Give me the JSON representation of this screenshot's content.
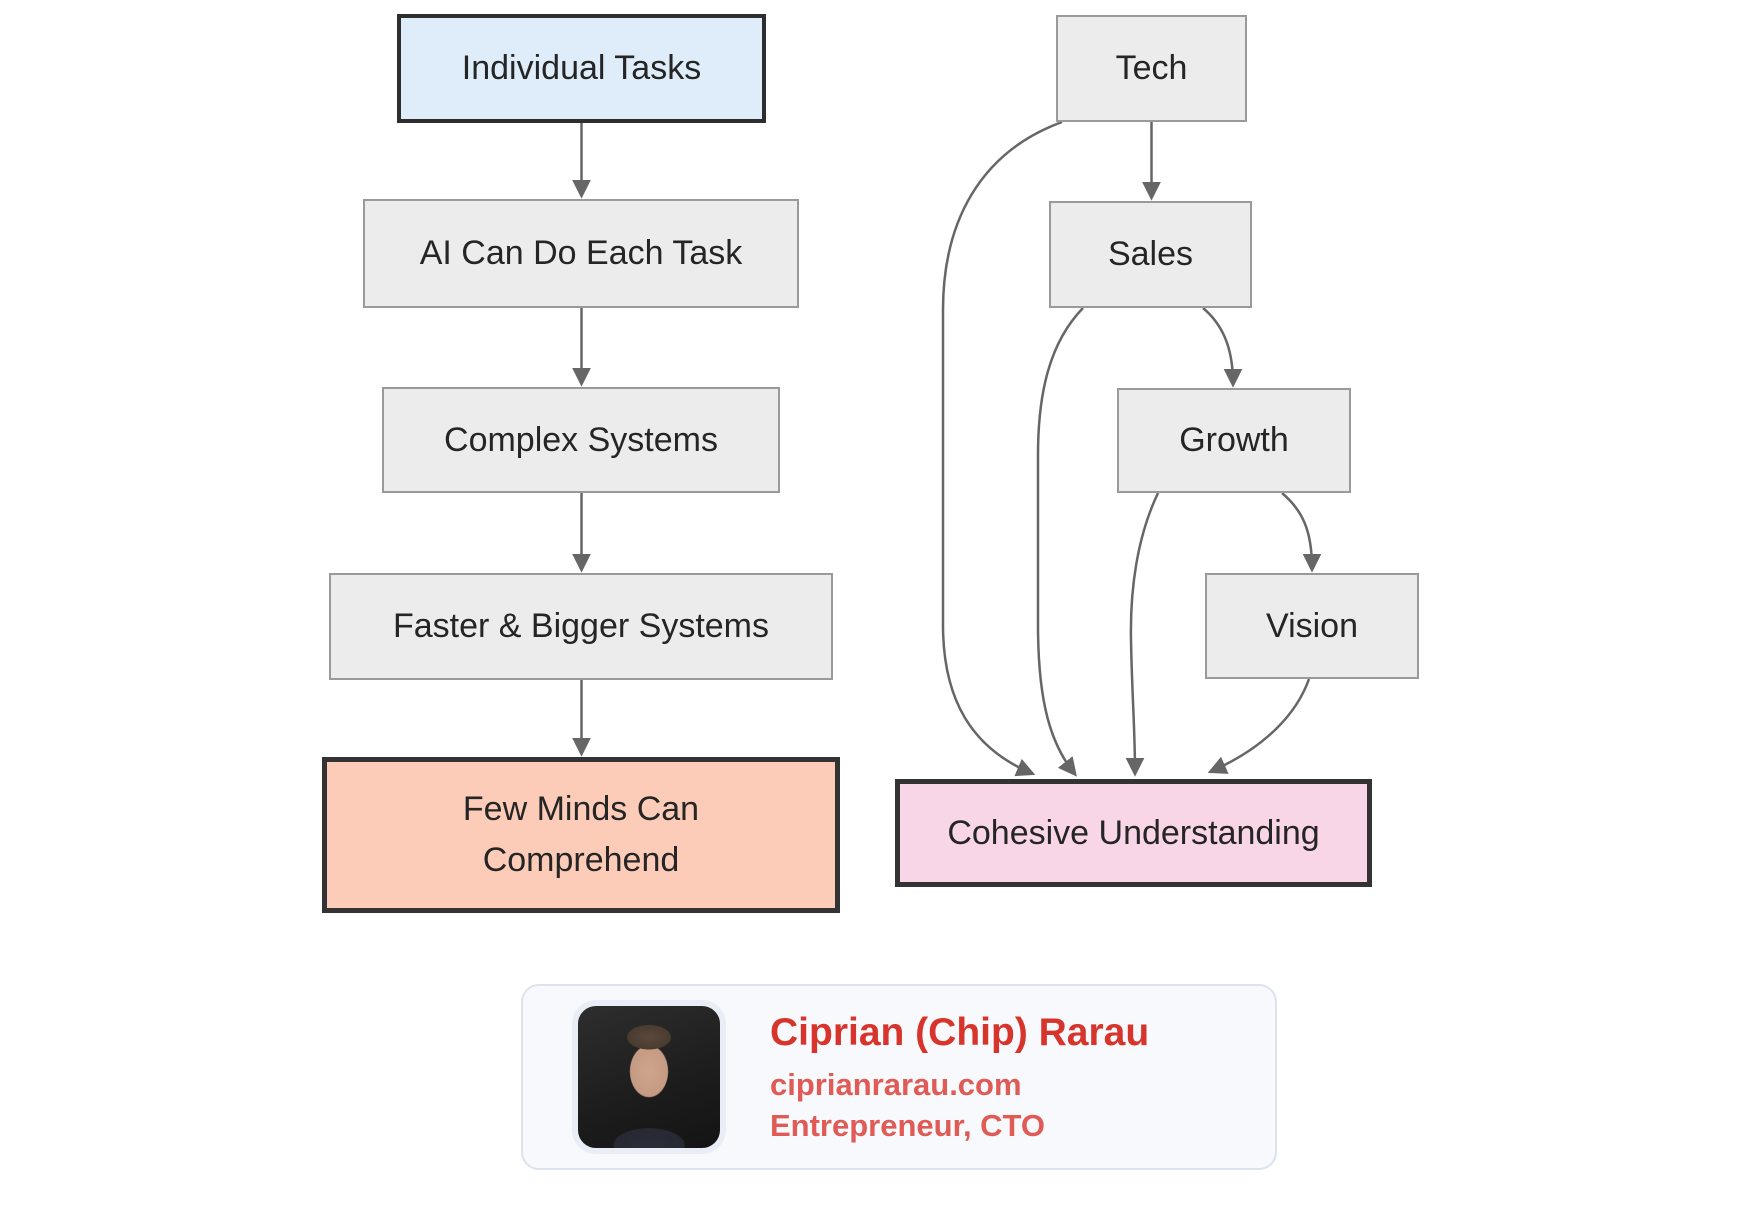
{
  "diagram": {
    "nodes": {
      "individual_tasks": "Individual Tasks",
      "ai_can_do_each_task": "AI Can Do Each Task",
      "complex_systems": "Complex Systems",
      "faster_bigger_systems": "Faster & Bigger Systems",
      "few_minds": "Few Minds Can\nComprehend",
      "tech": "Tech",
      "sales": "Sales",
      "growth": "Growth",
      "vision": "Vision",
      "cohesive_understanding": "Cohesive Understanding"
    },
    "edges": [
      {
        "from": "Individual Tasks",
        "to": "AI Can Do Each Task"
      },
      {
        "from": "AI Can Do Each Task",
        "to": "Complex Systems"
      },
      {
        "from": "Complex Systems",
        "to": "Faster & Bigger Systems"
      },
      {
        "from": "Faster & Bigger Systems",
        "to": "Few Minds Can Comprehend"
      },
      {
        "from": "Tech",
        "to": "Sales"
      },
      {
        "from": "Tech",
        "to": "Cohesive Understanding"
      },
      {
        "from": "Sales",
        "to": "Growth"
      },
      {
        "from": "Sales",
        "to": "Cohesive Understanding"
      },
      {
        "from": "Growth",
        "to": "Vision"
      },
      {
        "from": "Growth",
        "to": "Cohesive Understanding"
      },
      {
        "from": "Vision",
        "to": "Cohesive Understanding"
      }
    ],
    "colors": {
      "node_default_fill": "#ececec",
      "node_default_border": "#9a9a9a",
      "node_blue_fill": "#deedf9",
      "node_peach_fill": "#fdccb8",
      "node_pink_fill": "#f9d5e8",
      "node_highlight_border": "#333333",
      "edge": "#666666",
      "label": "#252525"
    }
  },
  "author_card": {
    "name": "Ciprian (Chip) Rarau",
    "website": "ciprianrarau.com",
    "role": "Entrepreneur, CTO",
    "name_color": "#d7342c",
    "detail_color": "#e05b55",
    "photo": "portrait-headshot"
  }
}
